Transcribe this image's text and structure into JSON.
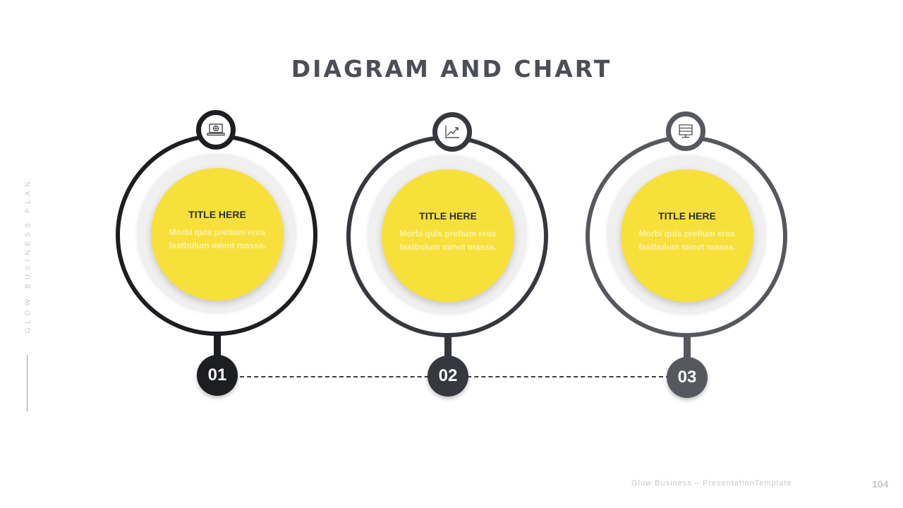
{
  "title": "DIAGRAM AND CHART",
  "side_label": "GLOW BUSINESS PLAN",
  "steps": [
    {
      "number": "01",
      "title": "TITLE HERE",
      "body": "Morbi quis pretium eros fastbulum minot massa.",
      "icon": "laptop-globe-icon",
      "color": "#1c1e22"
    },
    {
      "number": "02",
      "title": "TITLE HERE",
      "body": "Morbi quis pretium eros fastbulum minot massa.",
      "icon": "trend-chart-icon",
      "color": "#35383d"
    },
    {
      "number": "03",
      "title": "TITLE HERE",
      "body": "Morbi quis pretium eros fastbulum minot massa.",
      "icon": "server-monitor-icon",
      "color": "#55585d"
    }
  ],
  "colors": {
    "accent": "#f8e03b",
    "title": "#4b4f55"
  },
  "footer": "Glow Business – PresentationTemplate",
  "page_number": "104"
}
